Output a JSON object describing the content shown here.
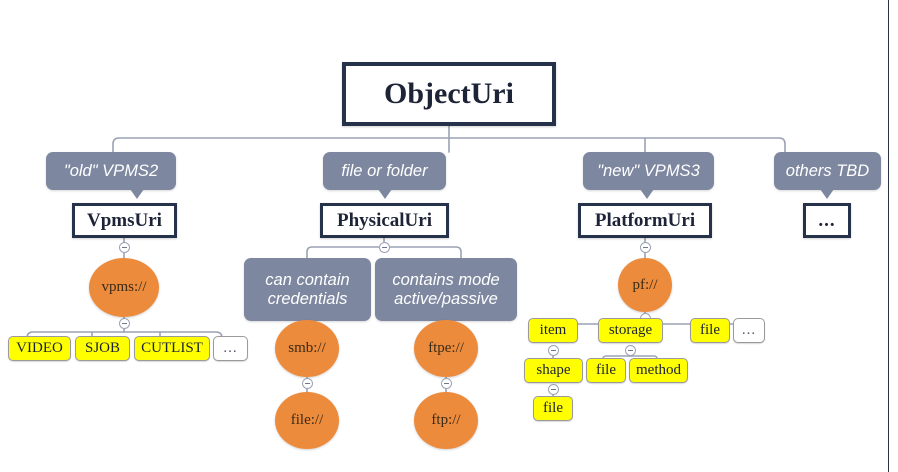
{
  "diagram": {
    "title": "ObjectUri",
    "type": "tree",
    "background_color": "#ffffff",
    "palette": {
      "class_box_border": "#26314a",
      "class_box_fill": "#ffffff",
      "callout_fill": "#7d87a0",
      "callout_text": "#ffffff",
      "ellipse_fill": "#ed8b3c",
      "chip_fill": "#ffff00",
      "chip_border": "#9a9a9a",
      "connector": "#9aa2b4"
    },
    "root": {
      "label": "ObjectUri"
    },
    "branches": [
      {
        "callout": "\"old\" VPMS2",
        "class": "VpmsUri",
        "scheme": "vpms://",
        "children": [
          {
            "label": "VIDEO",
            "kind": "chip"
          },
          {
            "label": "SJOB",
            "kind": "chip"
          },
          {
            "label": "CUTLIST",
            "kind": "chip"
          },
          {
            "label": "...",
            "kind": "chip-empty"
          }
        ]
      },
      {
        "callout": "file or folder",
        "class": "PhysicalUri",
        "notes": [
          {
            "line1": "can contain",
            "line2": "credentials",
            "scheme": "smb://",
            "sub_scheme": "file://"
          },
          {
            "line1": "contains mode",
            "line2": "active/passive",
            "scheme": "ftpe://",
            "sub_scheme": "ftp://"
          }
        ]
      },
      {
        "callout": "\"new\" VPMS3",
        "class": "PlatformUri",
        "scheme": "pf://",
        "children": [
          {
            "label": "item",
            "kind": "chip",
            "children": [
              {
                "label": "shape",
                "kind": "chip",
                "children": [
                  {
                    "label": "file",
                    "kind": "chip"
                  }
                ]
              }
            ]
          },
          {
            "label": "storage",
            "kind": "chip",
            "children": [
              {
                "label": "file",
                "kind": "chip"
              },
              {
                "label": "method",
                "kind": "chip"
              }
            ]
          },
          {
            "label": "file",
            "kind": "chip"
          },
          {
            "label": "...",
            "kind": "chip-empty"
          }
        ]
      },
      {
        "callout": "others TBD",
        "class": "...",
        "children": []
      }
    ]
  },
  "labels": {
    "root": "ObjectUri",
    "callout_old_vpms2": "\"old\" VPMS2",
    "callout_file_or_folder": "file or folder",
    "callout_new_vpms3": "\"new\" VPMS3",
    "callout_others_tbd": "others TBD",
    "class_vpmsuri": "VpmsUri",
    "class_physicaluri": "PhysicalUri",
    "class_platformuri": "PlatformUri",
    "class_others": "...",
    "note_credentials_l1": "can contain",
    "note_credentials_l2": "credentials",
    "note_mode_l1": "contains mode",
    "note_mode_l2": "active/passive",
    "scheme_vpms": "vpms://",
    "scheme_smb": "smb://",
    "scheme_file": "file://",
    "scheme_ftpe": "ftpe://",
    "scheme_ftp": "ftp://",
    "scheme_pf": "pf://",
    "chip_video": "VIDEO",
    "chip_sjob": "SJOB",
    "chip_cutlist": "CUTLIST",
    "chip_dots_left": "...",
    "chip_item": "item",
    "chip_storage": "storage",
    "chip_file_top": "file",
    "chip_dots_right": "...",
    "chip_shape": "shape",
    "chip_file_storage": "file",
    "chip_method": "method",
    "chip_file_shape": "file"
  }
}
